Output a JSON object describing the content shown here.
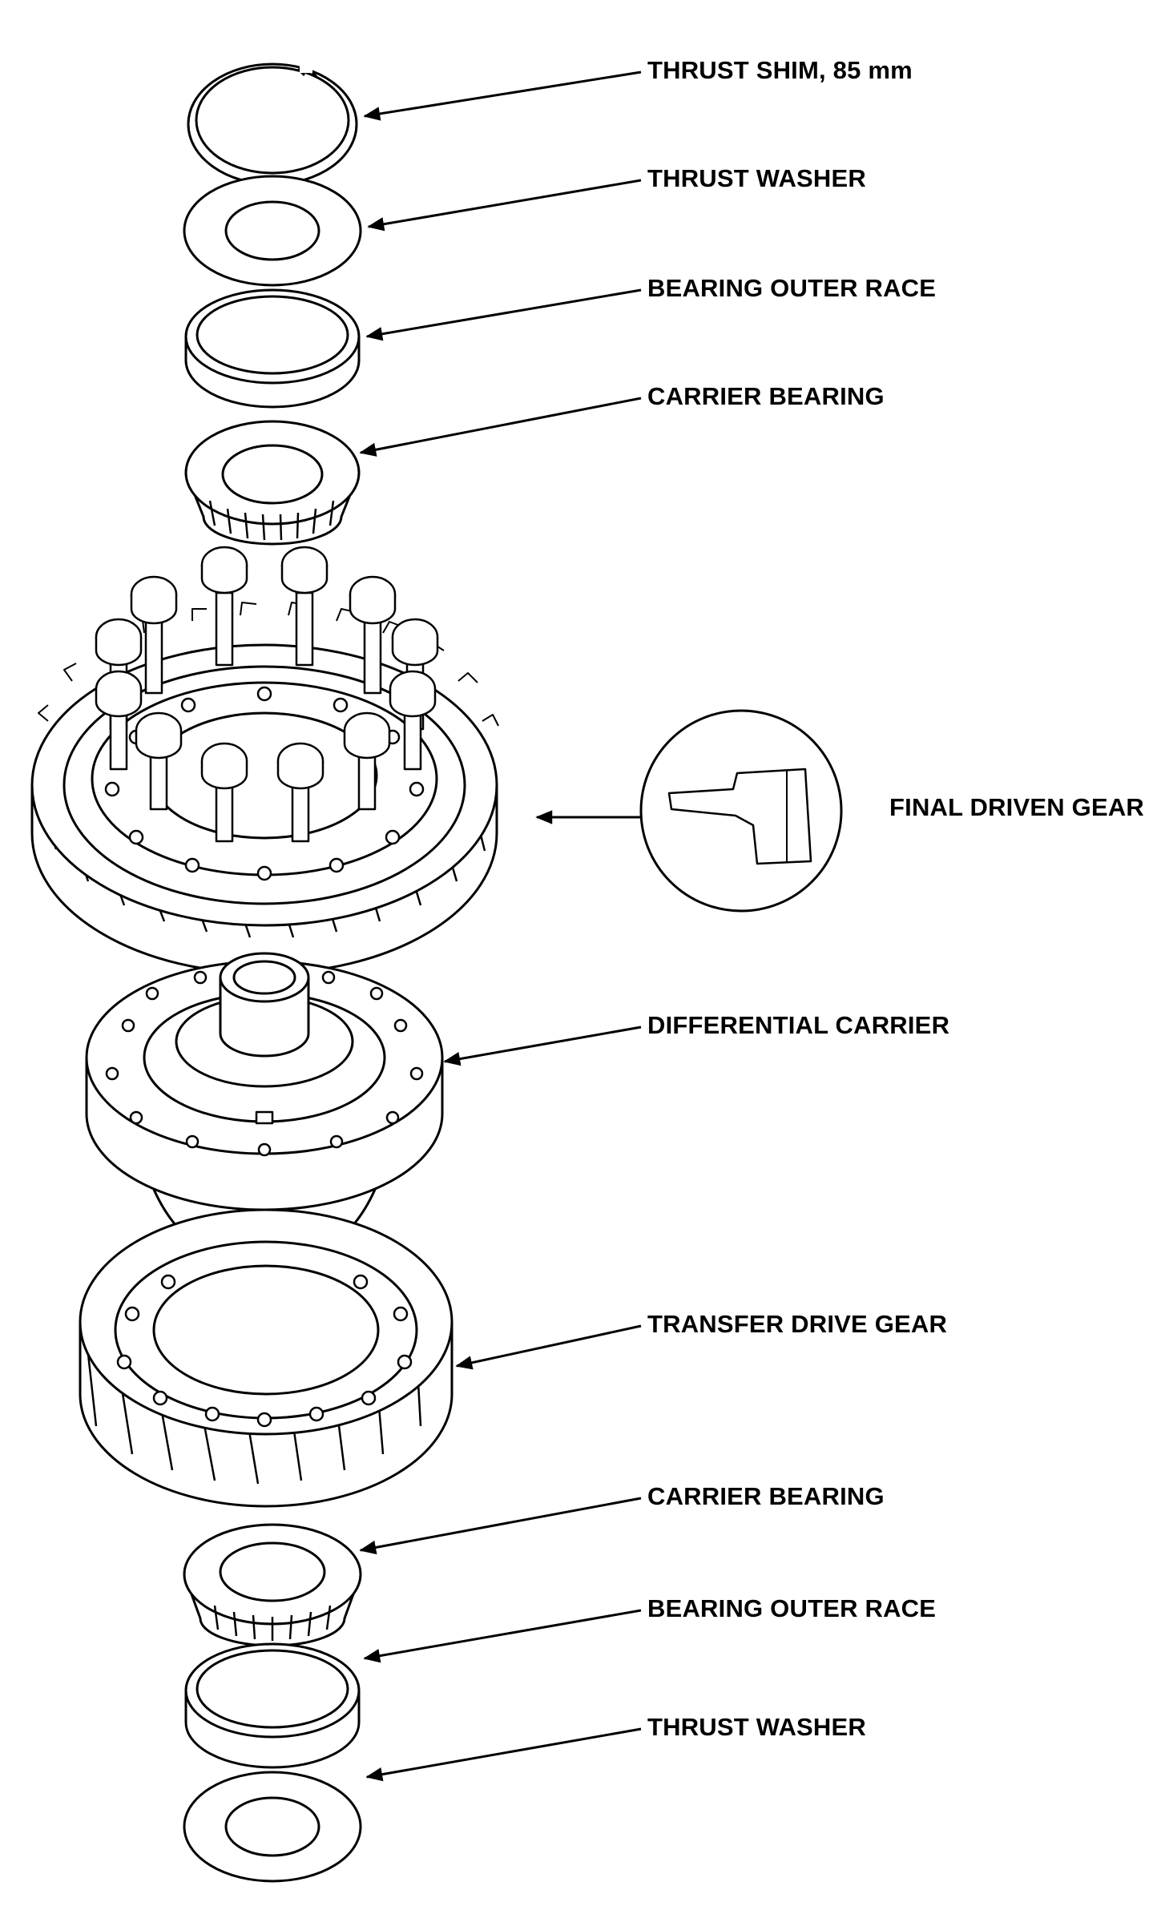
{
  "diagram": {
    "labels": {
      "thrust_shim_top": "THRUST SHIM, 85 mm",
      "thrust_washer_top": "THRUST WASHER",
      "bearing_outer_race_top": "BEARING OUTER RACE",
      "carrier_bearing_top": "CARRIER BEARING",
      "final_driven_gear": "FINAL DRIVEN GEAR",
      "differential_carrier": "DIFFERENTIAL CARRIER",
      "transfer_drive_gear": "TRANSFER DRIVE GEAR",
      "carrier_bearing_bottom": "CARRIER BEARING",
      "bearing_outer_race_bottom": "BEARING OUTER RACE",
      "thrust_washer_bottom": "THRUST WASHER"
    },
    "line_color": "#000000",
    "background": "#ffffff"
  }
}
